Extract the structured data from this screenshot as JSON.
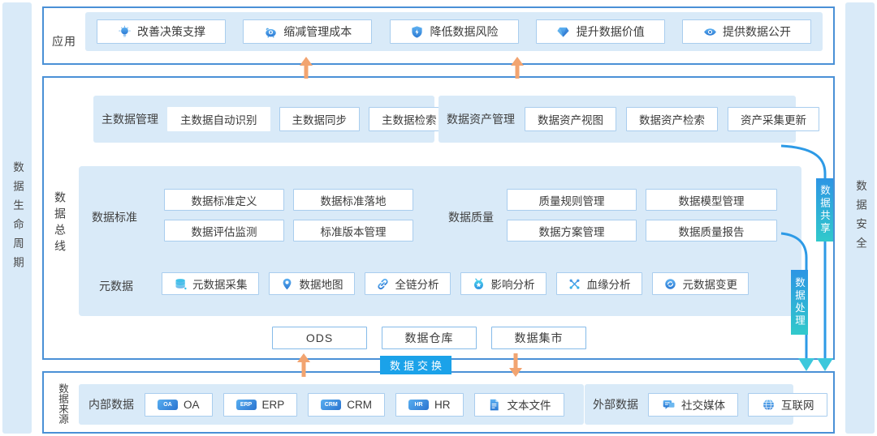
{
  "palette": {
    "border_blue": "#4a90d6",
    "panel_fill": "#d9eaf8",
    "button_border": "#a9cdee",
    "exchange_badge_blue": "#1ba2e9",
    "badge_gradient_top": "#2d95e4",
    "badge_gradient_bottom": "#31c9cb",
    "arrow_orange": "#f2a470",
    "arrow_cyan": "#3cc8dc"
  },
  "left_rail": {
    "label": "数据生命周期"
  },
  "right_rail": {
    "label": "数据安全"
  },
  "app_layer": {
    "label": "应用",
    "items": [
      {
        "icon": "bulb",
        "label": "改善决策支撑"
      },
      {
        "icon": "piggy-bank",
        "label": "缩减管理成本"
      },
      {
        "icon": "shield",
        "label": "降低数据风险"
      },
      {
        "icon": "diamond",
        "label": "提升数据价值"
      },
      {
        "icon": "eye",
        "label": "提供数据公开"
      }
    ]
  },
  "bus_layer": {
    "label": "数据总线",
    "master_data": {
      "label": "主数据管理",
      "items": [
        "主数据自动识别",
        "主数据同步",
        "主数据检索"
      ]
    },
    "data_asset": {
      "label": "数据资产管理",
      "items": [
        "数据资产视图",
        "数据资产检索",
        "资产采集更新"
      ]
    },
    "data_standard": {
      "label": "数据标准",
      "items": [
        "数据标准定义",
        "数据标准落地",
        "数据评估监测",
        "标准版本管理"
      ]
    },
    "data_quality": {
      "label": "数据质量",
      "items": [
        "质量规则管理",
        "数据模型管理",
        "数据方案管理",
        "数据质量报告"
      ]
    },
    "metadata": {
      "label": "元数据",
      "items": [
        {
          "icon": "database",
          "label": "元数据采集"
        },
        {
          "icon": "map-pin",
          "label": "数据地图"
        },
        {
          "icon": "link",
          "label": "全链分析"
        },
        {
          "icon": "impact",
          "label": "影响分析"
        },
        {
          "icon": "lineage",
          "label": "血缘分析"
        },
        {
          "icon": "meta-change",
          "label": "元数据变更"
        }
      ]
    },
    "storage": {
      "items": [
        "ODS",
        "数据仓库",
        "数据集市"
      ]
    }
  },
  "connectors": {
    "exchange": "数据交换",
    "share": "数据共享",
    "process": "数据处理"
  },
  "source_layer": {
    "label": "数据来源",
    "internal": {
      "label": "内部数据",
      "items": [
        {
          "icon": "oa",
          "label": "OA"
        },
        {
          "icon": "erp",
          "label": "ERP"
        },
        {
          "icon": "crm",
          "label": "CRM"
        },
        {
          "icon": "hr",
          "label": "HR"
        },
        {
          "icon": "text-file",
          "label": "文本文件"
        }
      ]
    },
    "external": {
      "label": "外部数据",
      "items": [
        {
          "icon": "social-media",
          "label": "社交媒体"
        },
        {
          "icon": "globe",
          "label": "互联网"
        }
      ]
    }
  }
}
